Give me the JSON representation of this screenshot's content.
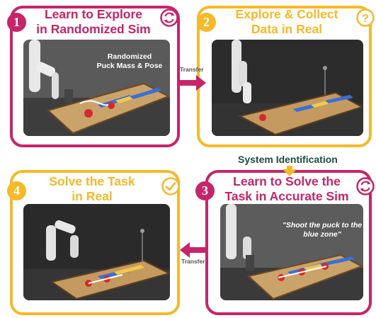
{
  "colors": {
    "magenta": "#c8246a",
    "gold": "#f6b928",
    "dark_green": "#1e4d3a"
  },
  "panels": [
    {
      "number": "1",
      "title": "Learn to Explore\nin Randomized Sim",
      "overlay": "Randomized\nPuck Mass & Pose",
      "icon": "cycle-icon"
    },
    {
      "number": "2",
      "title": "Explore & Collect\nData in Real",
      "overlay": "",
      "icon": "question-icon"
    },
    {
      "number": "3",
      "title": "Learn to Solve the\nTask in Accurate Sim",
      "overlay": "\"Shoot the puck to the\nblue zone\"",
      "icon": "cycle-icon"
    },
    {
      "number": "4",
      "title": "Solve the Task\nin Real",
      "overlay": "",
      "icon": "check-icon"
    }
  ],
  "connectors": {
    "transfer_top": "Transfer",
    "transfer_bottom": "Transfer",
    "system_identification": "System Identification"
  }
}
